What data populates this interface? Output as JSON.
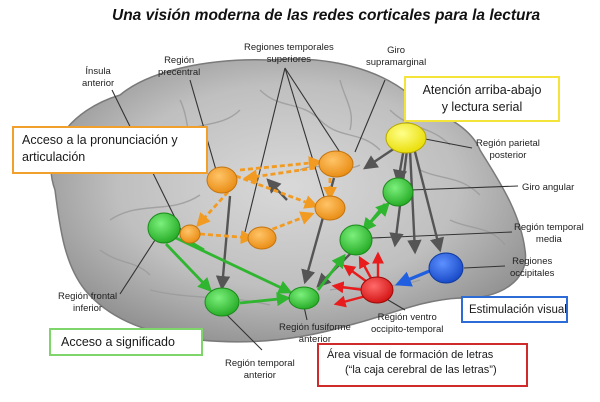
{
  "title": "Una visión moderna de las redes corticales para la lectura",
  "boxes": {
    "pronunciation": {
      "line1": "Acceso a la pronunciación y",
      "line2": "articulación",
      "color": "#f2a02d"
    },
    "attention": {
      "line1": "Atención arriba-abajo",
      "line2": "y lectura serial",
      "color": "#f4e43a"
    },
    "meaning": {
      "text": "Acceso a significado",
      "color": "#7ed66a"
    },
    "visual_stim": {
      "text": "Estimulación visual",
      "color": "#2d6bd6"
    },
    "letter_area": {
      "line1": "Área visual  de formación de letras",
      "line2": "(“la caja  cerebral de las letras”)",
      "color": "#cf2b2b"
    }
  },
  "labels": {
    "insula": [
      "Ínsula",
      "anterior"
    ],
    "precentral": [
      "Región",
      "precentral"
    ],
    "temporal_sup": [
      "Regiones temporales",
      "superiores"
    ],
    "supramarginal": [
      "Giro",
      "supramarginal"
    ],
    "parietal": [
      "Región parietal",
      "posterior"
    ],
    "angular": [
      "Giro angular"
    ],
    "temporal_mid": [
      "Región temporal",
      "media"
    ],
    "occipital": [
      "Regiones",
      "occipitales"
    ],
    "frontal_inf": [
      "Región frontal",
      "inferior"
    ],
    "fusiform": [
      "Región fusiforme",
      "anterior"
    ],
    "temporal_ant": [
      "Región temporal",
      "anterior"
    ],
    "ventral": [
      "Región ventro",
      "occipito-temporal"
    ]
  },
  "node_colors": {
    "orange": "#f29b22",
    "green": "#3cc43c",
    "yellow": "#f7ee18",
    "red": "#e81c1c",
    "blue": "#1f5fe0"
  }
}
